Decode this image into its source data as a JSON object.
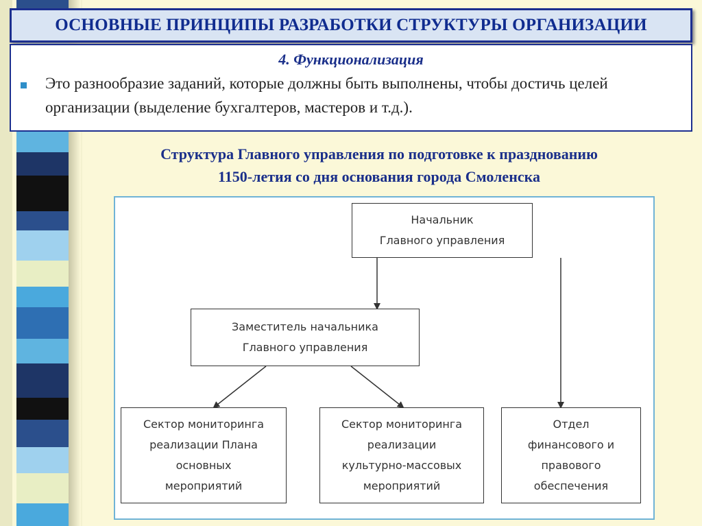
{
  "header": {
    "title": "ОСНОВНЫЕ ПРИНЦИПЫ РАЗРАБОТКИ СТРУКТУРЫ ОРГАНИЗАЦИИ"
  },
  "principle": {
    "heading": "4. Функционализация",
    "text": "Это разнообразие заданий, которые должны быть выполнены, чтобы достичь целей организации (выделение бухгалтеров, мастеров и т.д.)."
  },
  "diagram": {
    "caption_line1": "Структура Главного управления по подготовке к празднованию",
    "caption_line2": "1150-летия со дня основания города Смоленска",
    "nodes": {
      "head": [
        "Начальник",
        "Главного управления"
      ],
      "deputy": [
        "Заместитель начальника",
        "Главного управления"
      ],
      "sector_plan": [
        "Сектор мониторинга",
        "реализации Плана",
        "основных",
        "мероприятий"
      ],
      "sector_culture": [
        "Сектор мониторинга",
        "реализации",
        "культурно-массовых",
        "мероприятий"
      ],
      "finance": [
        "Отдел",
        "финансового и",
        "правового",
        "обеспечения"
      ]
    }
  },
  "colors": {
    "title_text": "#102c8f",
    "frame": "#1c2f8f",
    "accent_bullet": "#2f8fc9",
    "diagram_border": "#6fb3d6",
    "stripes": [
      "#2b4f8c",
      "#4aa9dd",
      "#1e3566",
      "#9fd1ee",
      "#2e6fb3",
      "#111111",
      "#e8eec4",
      "#5fb4e0"
    ]
  }
}
